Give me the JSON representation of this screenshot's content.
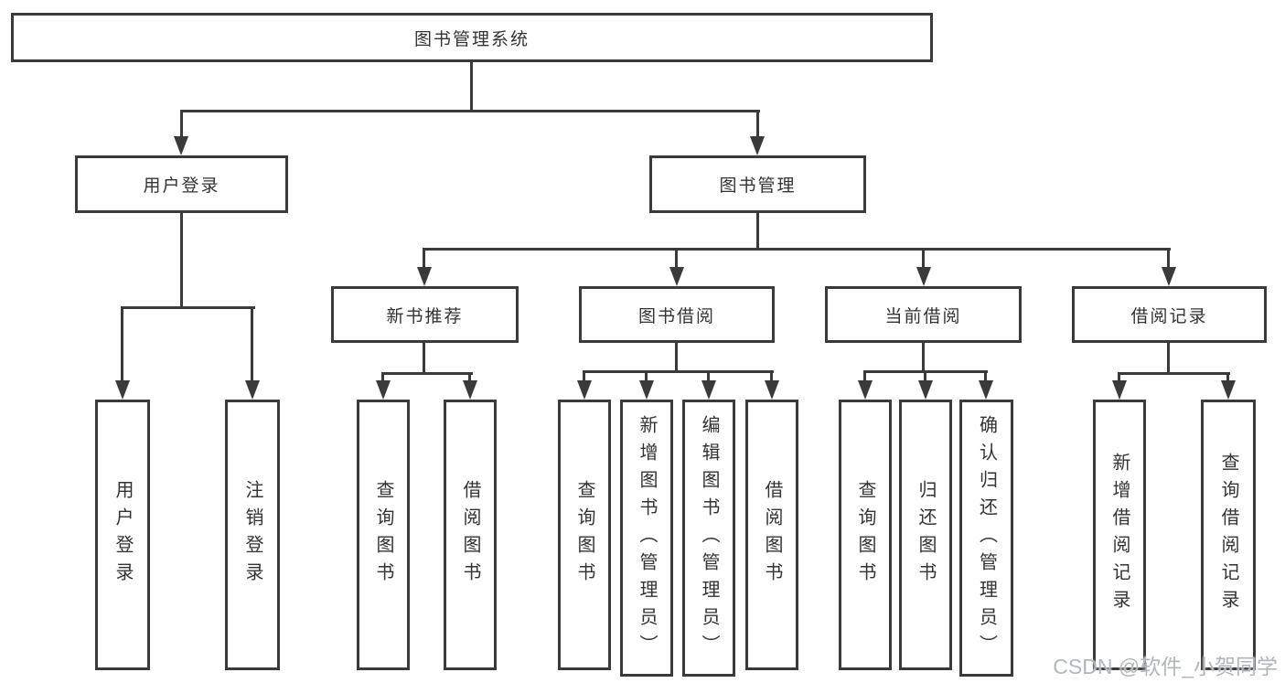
{
  "tree": {
    "root": "图书管理系统",
    "branches": [
      {
        "label": "用户登录",
        "children": [
          "用户登录",
          "注销登录"
        ]
      },
      {
        "label": "图书管理",
        "groups": [
          {
            "label": "新书推荐",
            "children": [
              "查询图书",
              "借阅图书"
            ]
          },
          {
            "label": "图书借阅",
            "children": [
              "查询图书",
              "新增图书（管理员）",
              "编辑图书（管理员）",
              "借阅图书"
            ]
          },
          {
            "label": "当前借阅",
            "children": [
              "查询图书",
              "归还图书",
              "确认归还（管理员）"
            ]
          },
          {
            "label": "借阅记录",
            "children": [
              "新增借阅记录",
              "查询借阅记录"
            ]
          }
        ]
      }
    ]
  },
  "watermark": {
    "text": "CSDN @软件_小贺同学"
  },
  "colors": {
    "line": "#3a3a3a",
    "border": "#3a3a3a",
    "text": "#333333",
    "watermark": "#b3b6b8",
    "background": "#ffffff"
  }
}
